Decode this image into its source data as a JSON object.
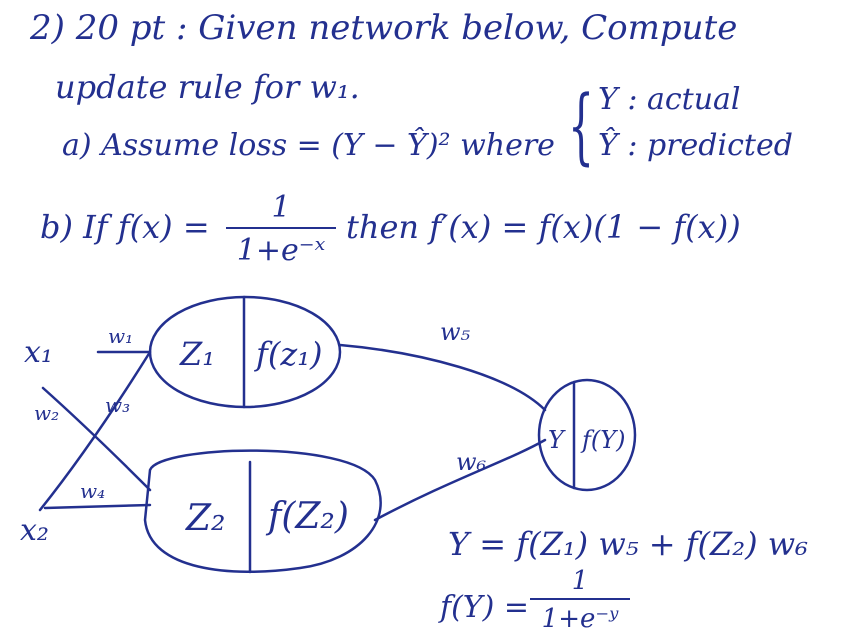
{
  "question": {
    "line1": "2) 20 pt : Given network below, Compute",
    "line2": "update rule for w₁.",
    "line3": "a) Assume loss = (Y − Ŷ)² where",
    "legend_actual": "Y : actual",
    "legend_predicted": "Ŷ : predicted",
    "line4_lhs": "b) If f(x) =",
    "line4_rhs": "then f′(x) = f(x)(1 − f(x))",
    "frac1_num": "1",
    "frac1_den": "1+e⁻ˣ"
  },
  "network": {
    "input_x1": "x₁",
    "input_x2": "x₂",
    "weights": {
      "w1": "w₁",
      "w2": "w₂",
      "w3": "w₃",
      "w4": "w₄",
      "w5": "w₅",
      "w6": "w₆"
    },
    "node1_left": "Z₁",
    "node1_right": "f(z₁)",
    "node2_left": "Z₂",
    "node2_right": "f(Z₂)",
    "output_left": "Y",
    "output_right": "f(Y)"
  },
  "equations": {
    "eq1": "Y = f(Z₁) w₅ + f(Z₂) w₆",
    "eq2_lhs": "f(Y) =",
    "eq2_num": "1",
    "eq2_den": "1+e⁻ʸ"
  }
}
